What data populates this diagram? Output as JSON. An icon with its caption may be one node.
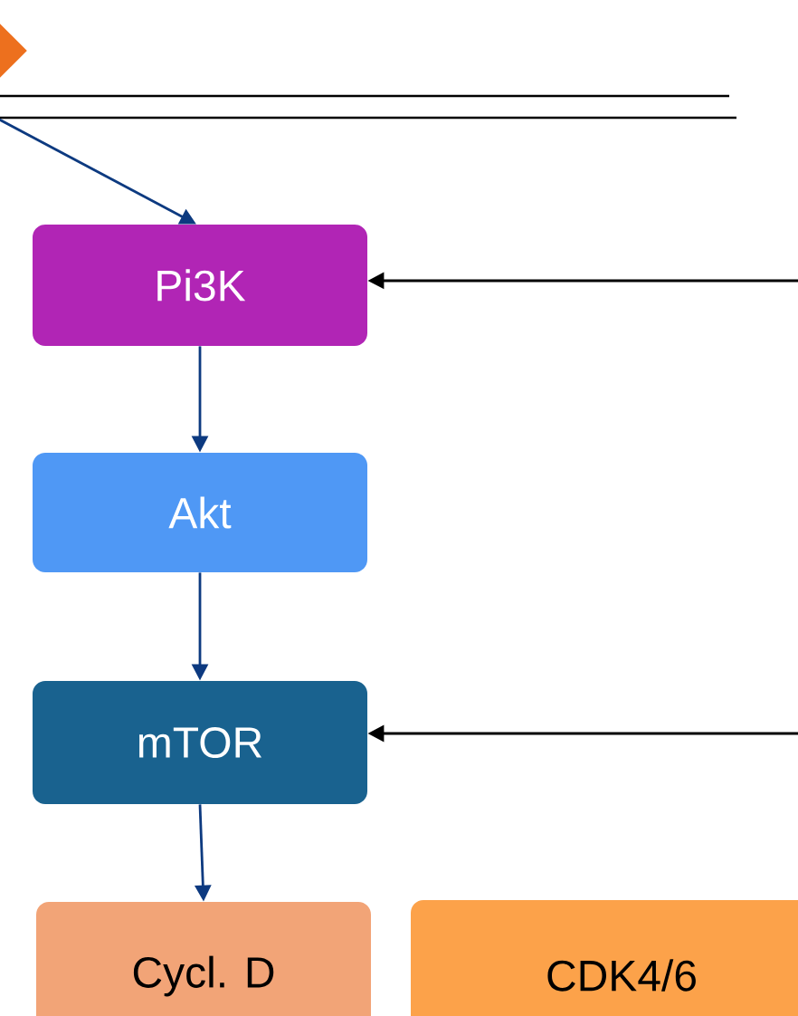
{
  "diagram": {
    "nodes": [
      {
        "text": [],
        "shape": "diamond"
      },
      {
        "text": [
          "Pi3K"
        ]
      },
      {
        "text": [
          "Akt"
        ]
      },
      {
        "text": [
          "mTOR"
        ]
      },
      {
        "text": [
          "Cycl. D"
        ]
      },
      {
        "text": [
          "CDK4/6"
        ]
      }
    ],
    "edges": [
      {
        "from": 0,
        "to": 1,
        "arrow": "to"
      },
      {
        "from": null,
        "to": 1,
        "arrow": "to",
        "color": "#000000"
      },
      {
        "from": 1,
        "to": 2,
        "arrow": "to"
      },
      {
        "from": 2,
        "to": 3,
        "arrow": "to"
      },
      {
        "from": null,
        "to": 3,
        "arrow": "to",
        "color": "#000000"
      },
      {
        "from": 3,
        "to": 4,
        "arrow": "to"
      }
    ]
  }
}
